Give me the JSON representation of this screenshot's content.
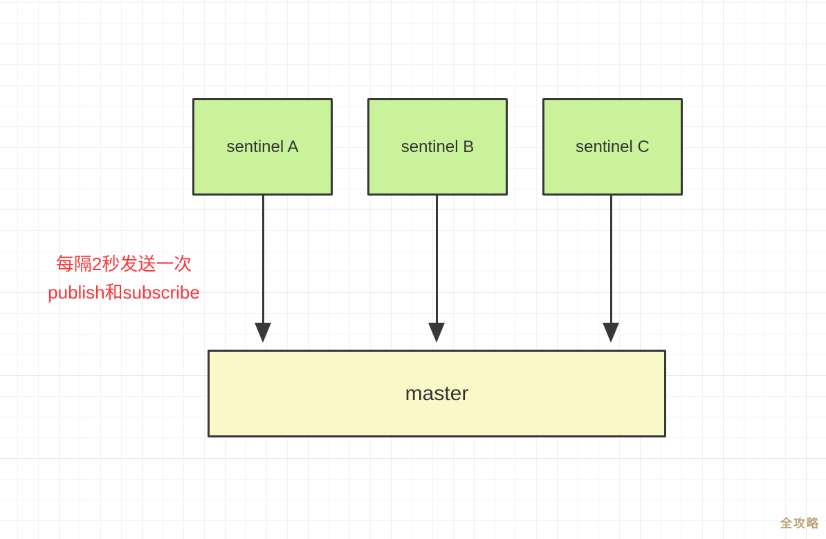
{
  "diagram": {
    "nodes": {
      "sentinel_a": {
        "label": "sentinel A",
        "fill": "#c9f29b"
      },
      "sentinel_b": {
        "label": "sentinel B",
        "fill": "#c9f29b"
      },
      "sentinel_c": {
        "label": "sentinel C",
        "fill": "#c9f29b"
      },
      "master": {
        "label": "master",
        "fill": "#fbf8c8"
      }
    },
    "edges": [
      {
        "from": "sentinel_a",
        "to": "master",
        "style": "arrow-down"
      },
      {
        "from": "sentinel_b",
        "to": "master",
        "style": "arrow-down"
      },
      {
        "from": "sentinel_c",
        "to": "master",
        "style": "arrow-down"
      }
    ],
    "annotation": {
      "line1": "每隔2秒发送一次",
      "line2": "publish和subscribe",
      "color": "#f5383b"
    },
    "watermark": {
      "text": "全攻略",
      "color": "#b49a67"
    },
    "colors": {
      "node_border": "#38383a",
      "arrow": "#38383a",
      "grid_minor": "#f2f2f4",
      "grid_major": "#e9e9ec",
      "background": "#ffffff"
    }
  }
}
